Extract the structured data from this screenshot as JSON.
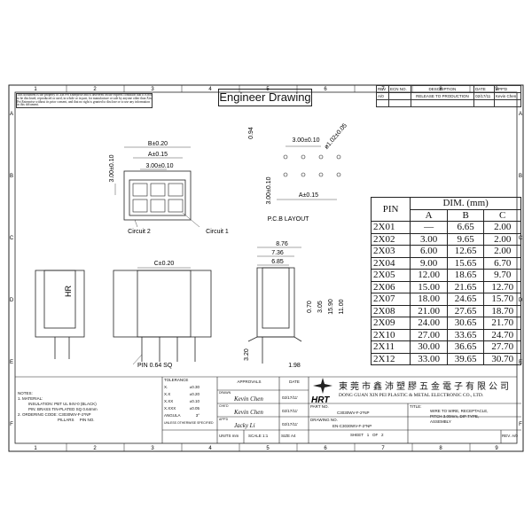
{
  "notice": "This document is the property of Xin Pei Enterprise and is delivered on the express condition that it is not to be disclosed, reproduced or used, in whole or in part, for manufacture or sale by anyone other than Xin Pei Enterprise without its prior consent, and that no right is granted to disclose or to use any information in this document.",
  "title": "Engineer Drawing",
  "zones_top": [
    "1",
    "2",
    "3",
    "4",
    "5",
    "6",
    "7",
    "8",
    "9"
  ],
  "zones_side": [
    "A",
    "B",
    "C",
    "D",
    "E",
    "F"
  ],
  "revision": {
    "headers": [
      "REV",
      "ECN NO.",
      "DESCRIPTION",
      "DATE",
      "APP'D"
    ],
    "row": [
      "A/0",
      "",
      "RELEASE TO PRODUCTION",
      "02/17/11",
      "Kevin Chen"
    ]
  },
  "front_view": {
    "b": "B±0.20",
    "a": "A±0.15",
    "pitch": "3.00±0.10",
    "height": "3.00±0.10",
    "circuit2": "Circuit 2",
    "circuit1": "Circuit 1"
  },
  "pcb": {
    "d094": "0.94",
    "pitch_h": "3.00±0.10",
    "hole": "ø1.02±0.05",
    "pitch_v": "3.00±0.10",
    "a": "A±0.15",
    "label": "P.C.B LAYOUT"
  },
  "side_view": {
    "c": "C±0.20",
    "hr": "HR",
    "pin": "PIN 0.64 SQ"
  },
  "right_view": {
    "d876": "8.76",
    "d736": "7.36",
    "d685": "6.85",
    "d070": "0.70",
    "d305": "3.05",
    "d1590": "15.90",
    "d1100": "11.00",
    "d320": "3.20",
    "d198": "1.98"
  },
  "table": {
    "pin": "PIN",
    "dim": "DIM. (mm)",
    "cols": [
      "A",
      "B",
      "C"
    ],
    "rows": [
      [
        "2X01",
        "—",
        "6.65",
        "2.00"
      ],
      [
        "2X02",
        "3.00",
        "9.65",
        "2.00"
      ],
      [
        "2X03",
        "6.00",
        "12.65",
        "2.00"
      ],
      [
        "2X04",
        "9.00",
        "15.65",
        "6.70"
      ],
      [
        "2X05",
        "12.00",
        "18.65",
        "9.70"
      ],
      [
        "2X06",
        "15.00",
        "21.65",
        "12.70"
      ],
      [
        "2X07",
        "18.00",
        "24.65",
        "15.70"
      ],
      [
        "2X08",
        "21.00",
        "27.65",
        "18.70"
      ],
      [
        "2X09",
        "24.00",
        "30.65",
        "21.70"
      ],
      [
        "2X10",
        "27.00",
        "33.65",
        "24.70"
      ],
      [
        "2X11",
        "30.00",
        "36.65",
        "27.70"
      ],
      [
        "2X12",
        "33.00",
        "39.65",
        "30.70"
      ]
    ]
  },
  "notes": {
    "title": "NOTES:",
    "l1": "1. MATERIAL:",
    "l2": "INSULATION: PBT UL 94V-0 (BLACK)",
    "l3": "PIN: BRASS TIN-PLATED SQ 0.64mm",
    "l4": "2. ORDERING CODE: C3030WV-F-2*NP",
    "pillars": "PILLARS",
    "pinno": "PIN NO."
  },
  "tolerance": {
    "title": "TOLERANCE",
    "rows": [
      [
        "X.",
        "±0.30"
      ],
      [
        "X.X",
        "±0.20"
      ],
      [
        "X.XX",
        "±0.10"
      ],
      [
        "X.XXX",
        "±0.05"
      ],
      [
        "ANGULA",
        "3°"
      ]
    ],
    "foot": "UNLESS OTHERWISE SPECIFIED"
  },
  "approvals": {
    "title": "APPROVALS",
    "date": "DATE",
    "rows": [
      [
        "DRAWN",
        "Kevin Chen",
        "02/17/11'"
      ],
      [
        "CHK'D",
        "Kevin Chen",
        "02/17/11'"
      ],
      [
        "APP'D",
        "Jacky Li",
        "02/17/11'"
      ]
    ],
    "units": "UNITS mm",
    "scale": "SCALE",
    "scale_v": "1:1",
    "size": "SIZE A4"
  },
  "company": {
    "logo": "HRT",
    "cn": "東莞市鑫沛塑膠五金電子有限公司",
    "en": "DONG GUAN XIN PEI PLASTIC & METAL ELECTRONIC CO., LTD."
  },
  "part": {
    "part_label": "PART NO.",
    "part": "C3030WV-F-2*NP",
    "dwg_label": "DRAWING NO.",
    "dwg": "EN-C3030WV-F-2*NP",
    "sheet": "SHEET",
    "sheet_n": "1",
    "of": "OF",
    "sheet_t": "2",
    "title_label": "TITLE:",
    "t1": "WIRE TO WIRE, RECEPTACLE,",
    "t2": "PITCH 3.00mm, DIP TYPE,",
    "t3": "ASSEMBLY",
    "rev": "REV. A/0"
  }
}
